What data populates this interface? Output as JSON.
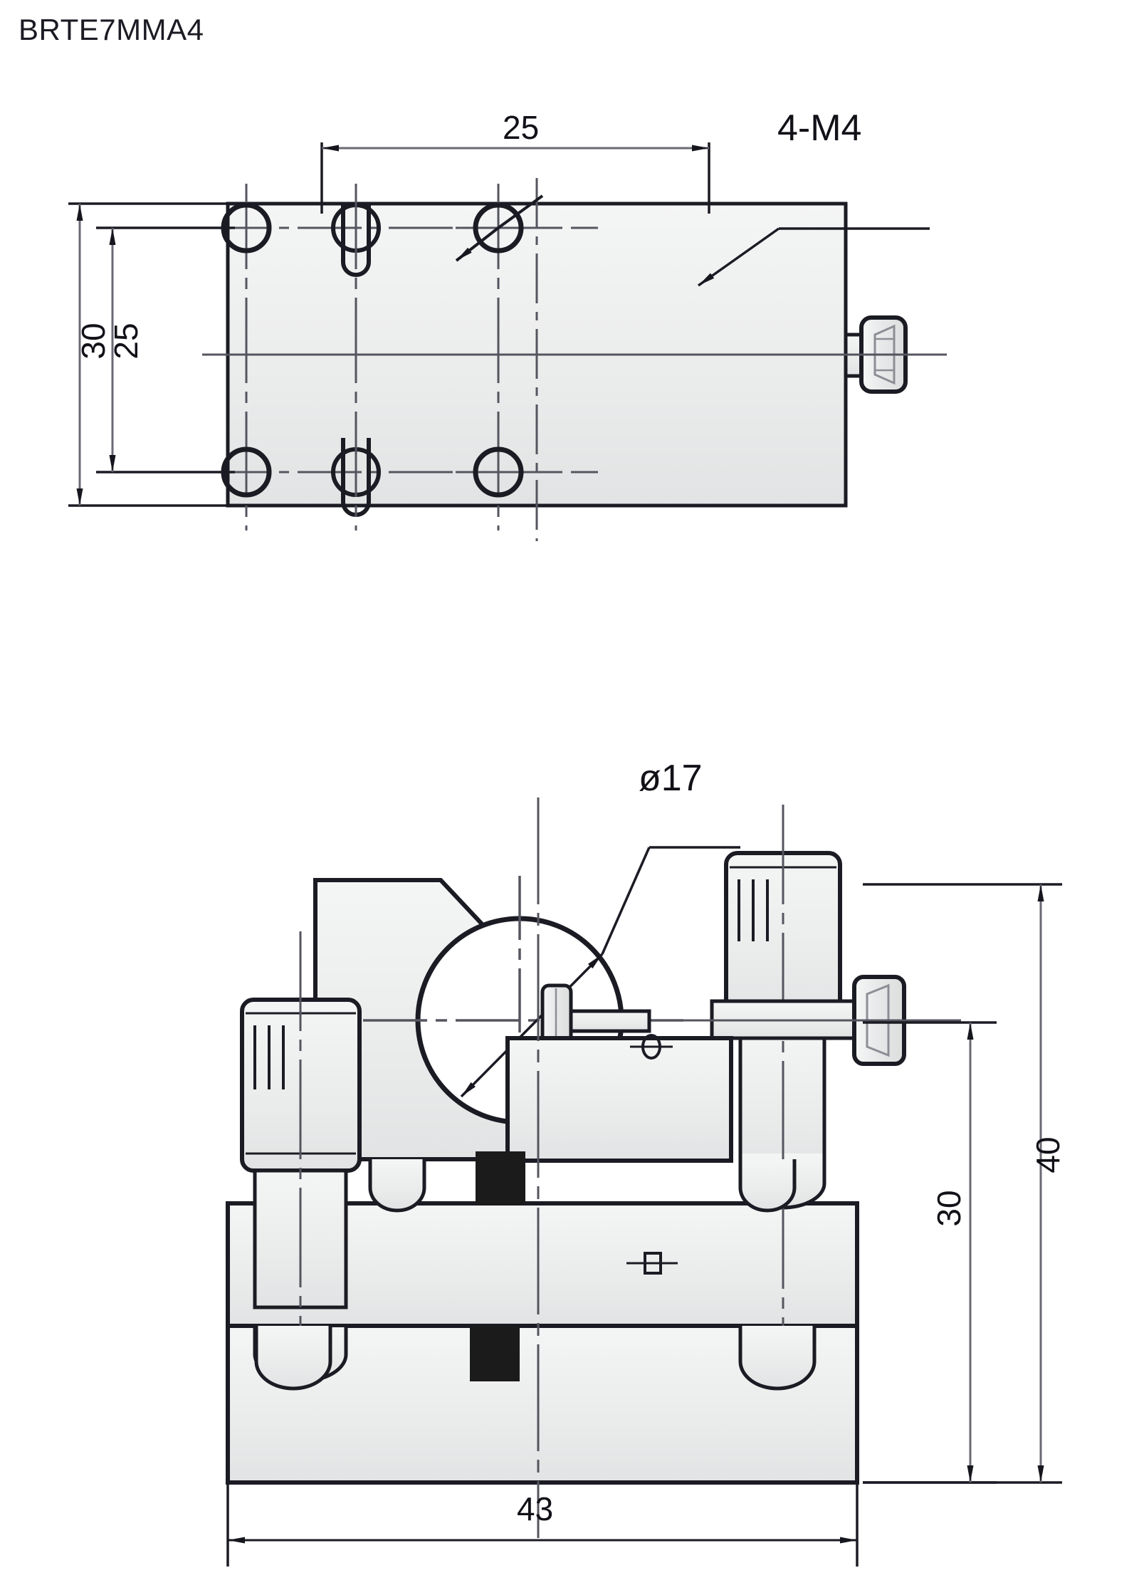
{
  "drawing": {
    "title": "BRTE7MMA4",
    "part_type": "optical-mount-technical-drawing",
    "units": "mm",
    "views": [
      {
        "name": "top-view",
        "label": ""
      },
      {
        "name": "front-view",
        "label": ""
      }
    ],
    "dimensions": {
      "top_horizontal_hole_spacing": "25",
      "top_plate_height": "30",
      "top_hole_vertical_spacing": "25",
      "thread_callout": "4-M4",
      "bore_diameter": "ø17",
      "front_overall_height": "40",
      "front_mid_height": "30",
      "front_overall_width": "43"
    },
    "colors": {
      "line": "#1b1b24",
      "fill": "#eceded",
      "center_line": "#55555f",
      "background": "#ffffff",
      "text": "#11111a"
    }
  }
}
